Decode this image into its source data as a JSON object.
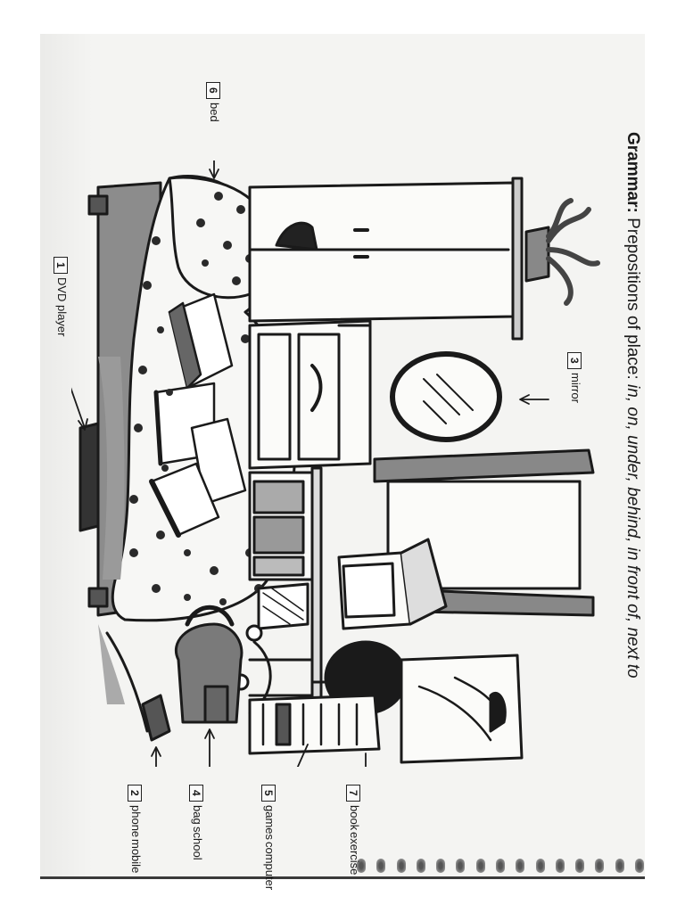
{
  "title": {
    "bold": "Grammar:",
    "plain": " Prepositions of place: ",
    "italic": "in, on, under, behind, in front of, next to"
  },
  "labels": [
    {
      "number": "1",
      "text": "DVD player"
    },
    {
      "number": "2",
      "text": "mobile phone",
      "lines": [
        "mobile",
        "phone"
      ]
    },
    {
      "number": "3",
      "text": "mirror"
    },
    {
      "number": "4",
      "text": "school bag",
      "lines": [
        "school",
        "bag"
      ]
    },
    {
      "number": "5",
      "text": "computer games",
      "lines": [
        "computer",
        "games"
      ]
    },
    {
      "number": "6",
      "text": "bed"
    },
    {
      "number": "7",
      "text": "exercise book",
      "lines": [
        "exercise",
        "book"
      ]
    }
  ],
  "illustration": {
    "subject": "bedroom scene (page rotated 90°)",
    "objects": [
      "bed with polka-dot duvet",
      "wardrobe",
      "plant",
      "oval mirror",
      "window",
      "desk",
      "computer",
      "chair",
      "lamp",
      "shelves",
      "poster",
      "school bag",
      "mobile phone",
      "DVD player",
      "books"
    ],
    "colors": {
      "ink": "#1a1a1a",
      "shade": "#7a7a7a",
      "paper": "#f4f4f2"
    }
  }
}
